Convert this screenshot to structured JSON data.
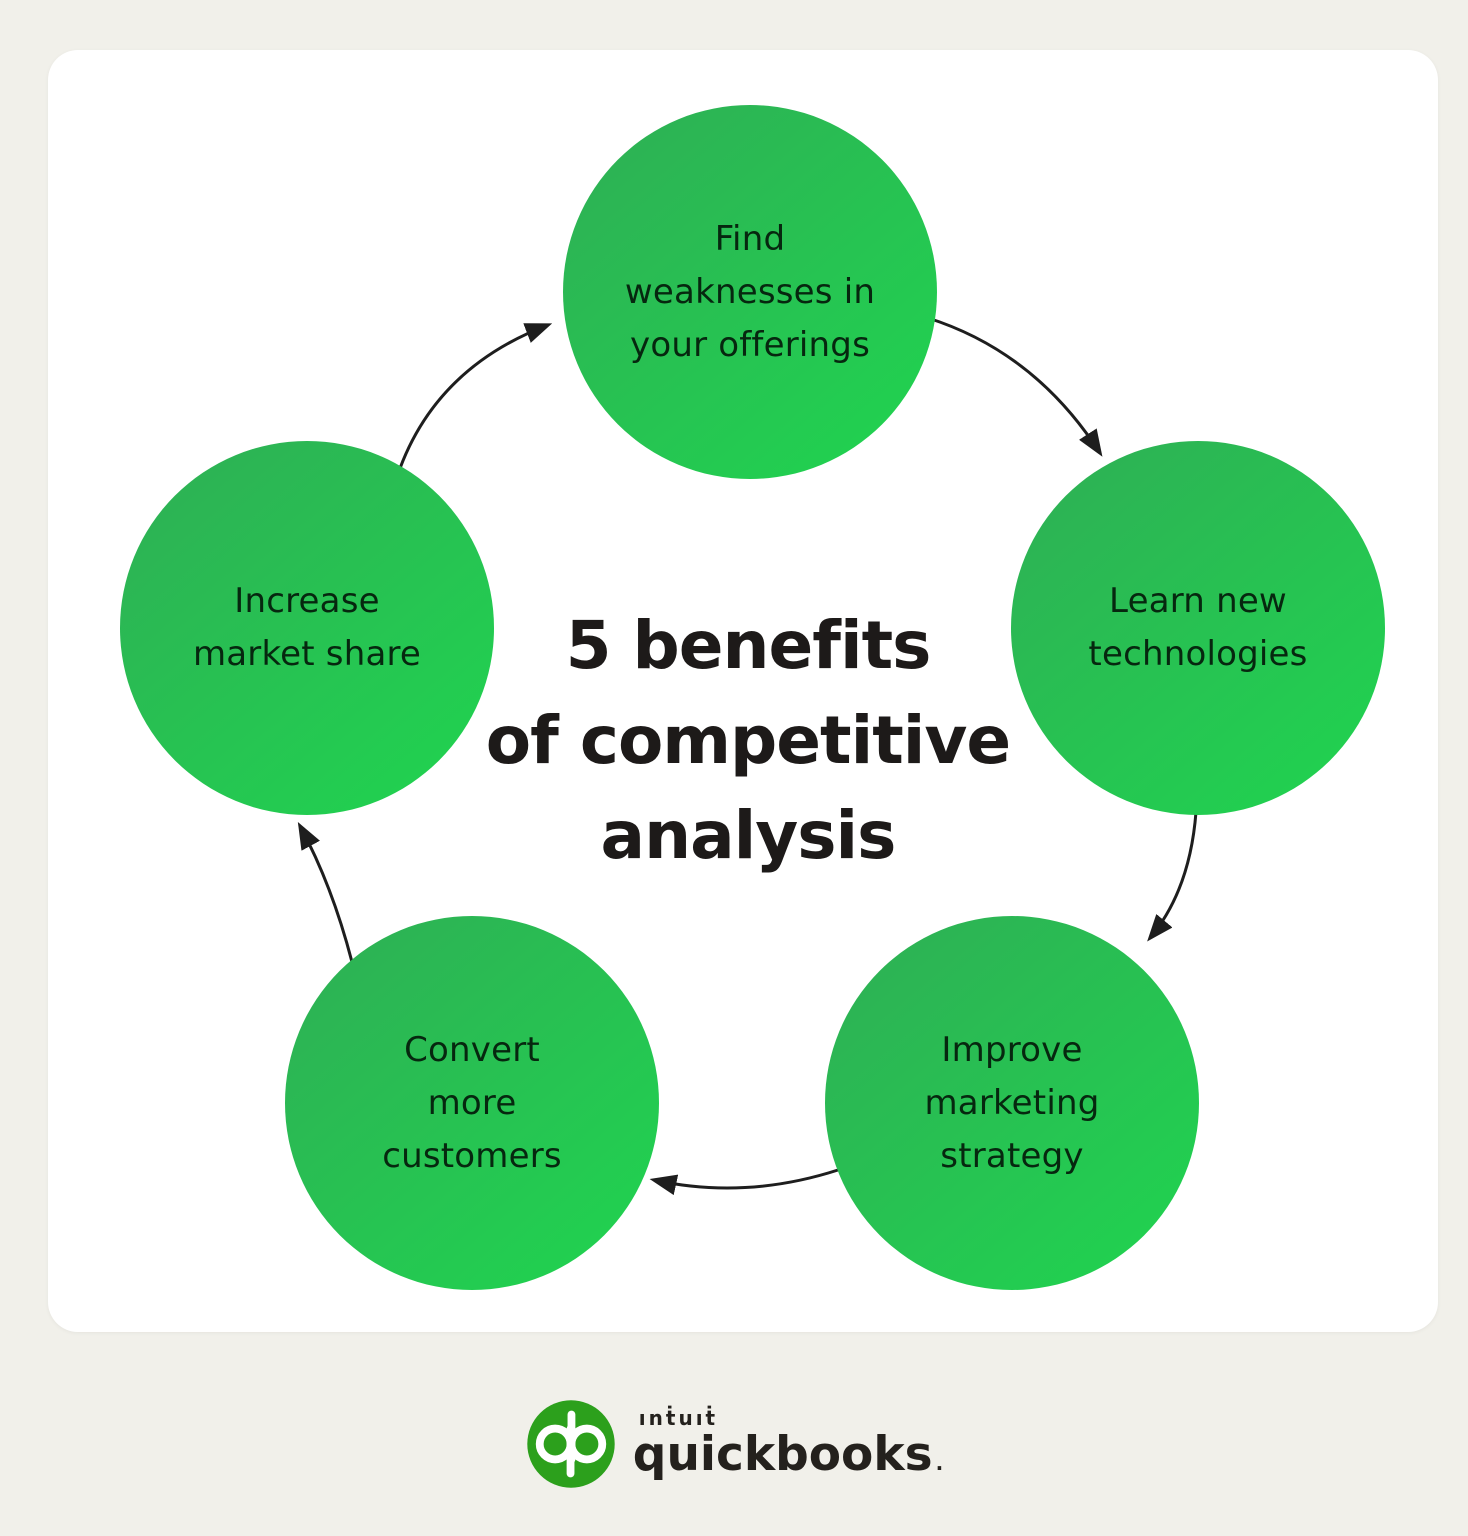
{
  "page": {
    "background_color": "#f1f0ea",
    "card_color": "#ffffff"
  },
  "title": {
    "lines": [
      "5 benefits",
      "of competitive",
      "analysis"
    ],
    "color": "#1d1a19"
  },
  "benefits": [
    {
      "id": "find-weaknesses",
      "position": "top",
      "lines": [
        "Find",
        "weaknesses in",
        "your offerings"
      ]
    },
    {
      "id": "learn-new-technologies",
      "position": "right",
      "lines": [
        "Learn new",
        "technologies"
      ]
    },
    {
      "id": "improve-marketing",
      "position": "bottom-right",
      "lines": [
        "Improve",
        "marketing",
        "strategy"
      ]
    },
    {
      "id": "convert-customers",
      "position": "bottom-left",
      "lines": [
        "Convert",
        "more",
        "customers"
      ]
    },
    {
      "id": "increase-market-share",
      "position": "left",
      "lines": [
        "Increase",
        "market share"
      ]
    }
  ],
  "colors": {
    "circle_gradient_start": "#2fae55",
    "circle_gradient_end": "#21d150",
    "circle_text": "#06270f",
    "arrow": "#1e1e1e",
    "logo_green": "#2ca01c"
  },
  "cycle": {
    "direction": "clockwise",
    "arrow_count": 5
  },
  "logo": {
    "intuit": "ınṫuıṫ",
    "quickbooks": "quickbooks",
    "trailing_dot": "."
  }
}
